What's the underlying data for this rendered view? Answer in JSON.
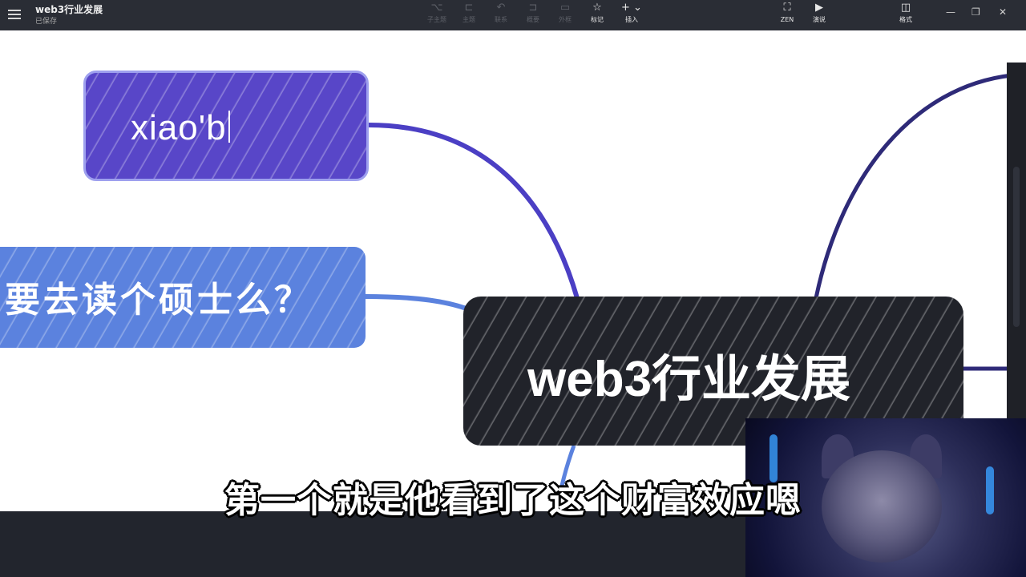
{
  "app": {
    "title": "web3行业发展",
    "status": "已保存"
  },
  "toolbar": {
    "tools": [
      {
        "label": "子主题",
        "icon": "subtopic-icon",
        "enabled": false
      },
      {
        "label": "主题",
        "icon": "topic-icon",
        "enabled": false
      },
      {
        "label": "联系",
        "icon": "relationship-icon",
        "enabled": false
      },
      {
        "label": "概要",
        "icon": "summary-icon",
        "enabled": false
      },
      {
        "label": "外框",
        "icon": "boundary-icon",
        "enabled": false
      },
      {
        "label": "标记",
        "icon": "star-icon",
        "enabled": true
      },
      {
        "label": "插入",
        "icon": "plus-icon",
        "enabled": true
      }
    ],
    "zen_label": "ZEN",
    "present_label": "演说",
    "format_label": "格式"
  },
  "mindmap": {
    "root_text": "web3行业发展",
    "editing_text": "xiao'b",
    "question_text": "要去读个硕士么？",
    "colors": {
      "root": "#21232a",
      "editing": "#5846c8",
      "question": "#5b82de",
      "link": "#4b3fc4"
    }
  },
  "subtitle": "第一个就是他看到了这个财富效应嗯"
}
